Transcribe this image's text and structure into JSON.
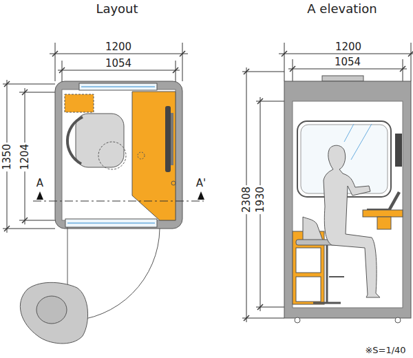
{
  "diagram": {
    "labels": [
      "Layout",
      "A elevation",
      "1200",
      "1054",
      "1350",
      "1204",
      "A",
      "A'",
      "1200",
      "1054",
      "2308",
      "1930",
      "※S=1/40"
    ]
  }
}
